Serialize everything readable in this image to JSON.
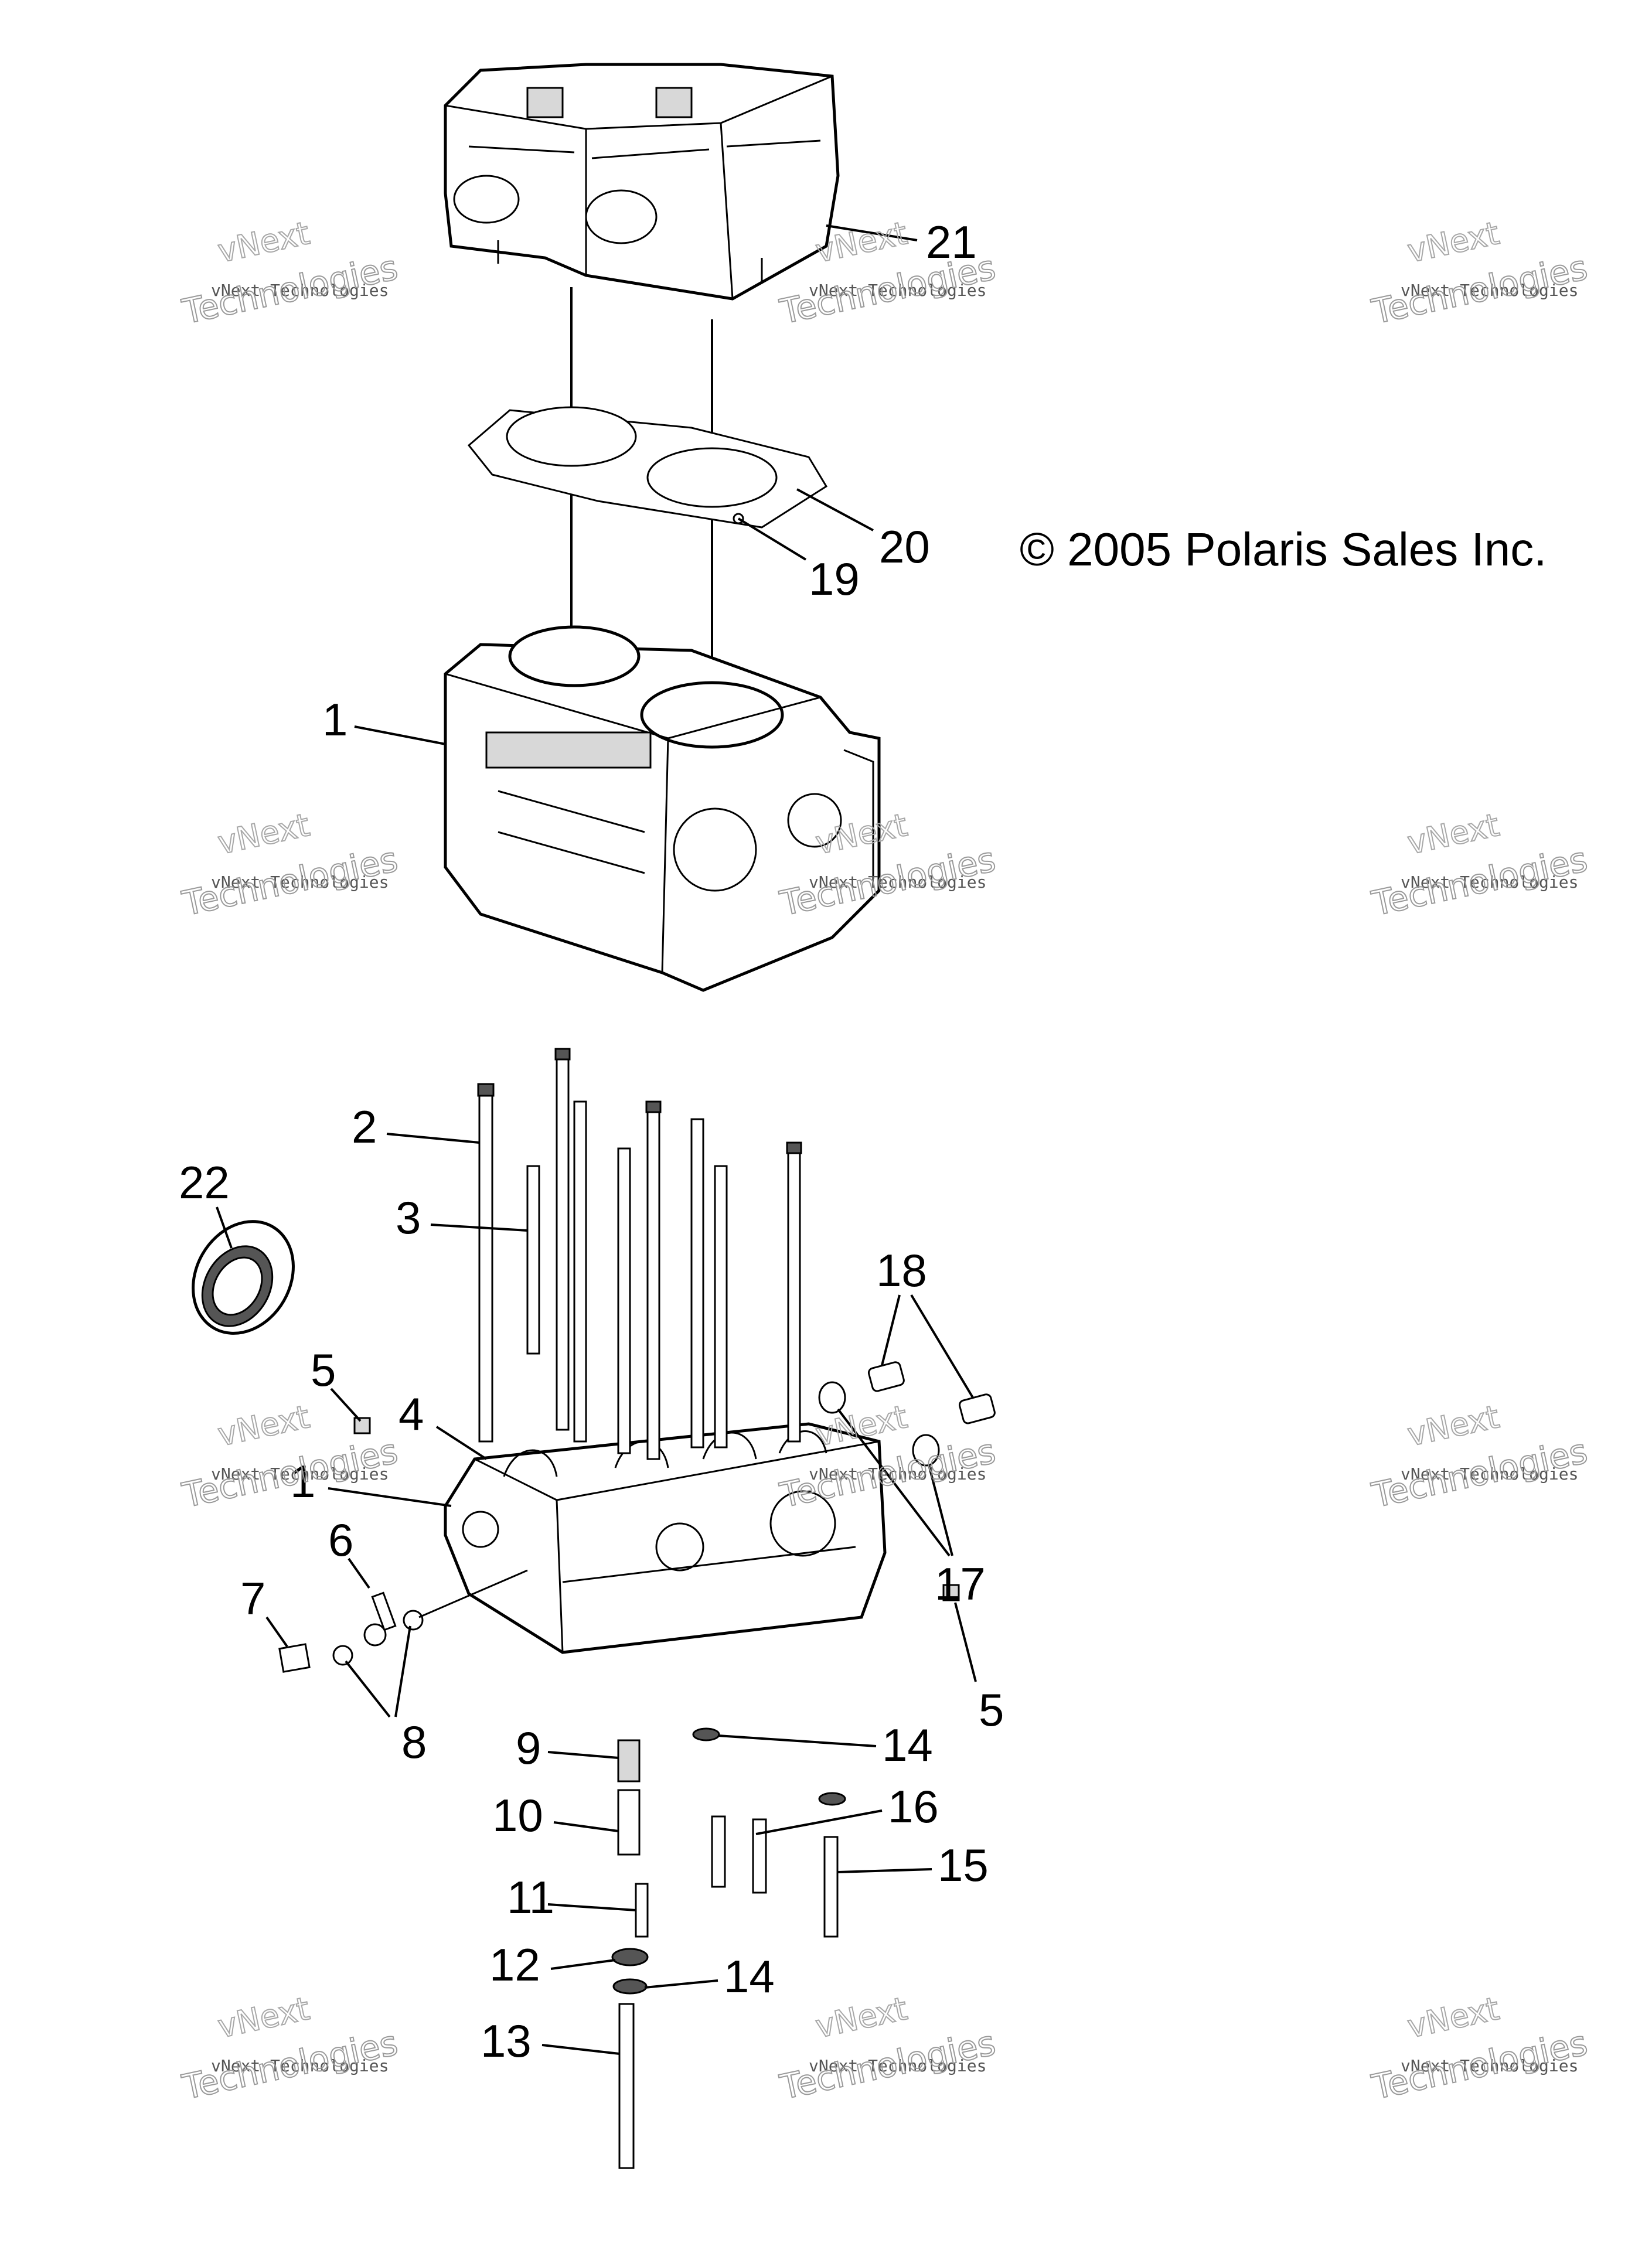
{
  "copyright": "© 2005 Polaris Sales Inc.",
  "watermark": {
    "line1": "vNext",
    "line2": "vNext Technologies",
    "line3": "Technologies"
  },
  "callouts": {
    "c21": "21",
    "c20": "20",
    "c19": "19",
    "c1a": "1",
    "c2": "2",
    "c3": "3",
    "c22": "22",
    "c18": "18",
    "c5a": "5",
    "c4": "4",
    "c1b": "1",
    "c6": "6",
    "c7": "7",
    "c8": "8",
    "c17": "17",
    "c5b": "5",
    "c9": "9",
    "c14a": "14",
    "c10": "10",
    "c16": "16",
    "c15": "15",
    "c11": "11",
    "c12": "12",
    "c14b": "14",
    "c13": "13"
  }
}
